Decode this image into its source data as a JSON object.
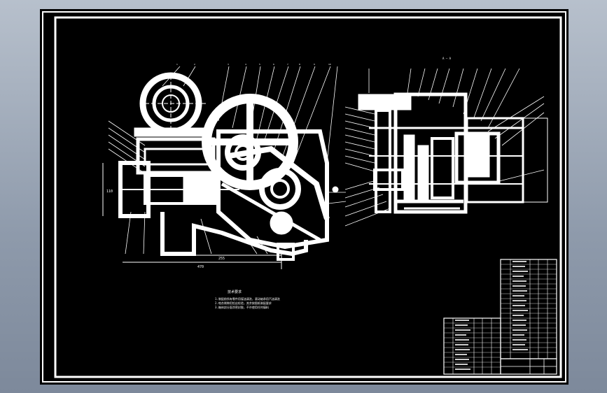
{
  "drawing": {
    "section_label": "A — A",
    "tech_requirements_title": "技术要求",
    "tech_requirements_lines": [
      "1.装配前所有零件用煤油清洗，滚动轴承用汽油清洗",
      "2.啮合侧隙用铅丝检验，其余按图纸装配要求",
      "3.箱体剖分面涂密封胶，不许使用任何填料"
    ],
    "dims": [
      "110",
      "255",
      "470"
    ]
  }
}
